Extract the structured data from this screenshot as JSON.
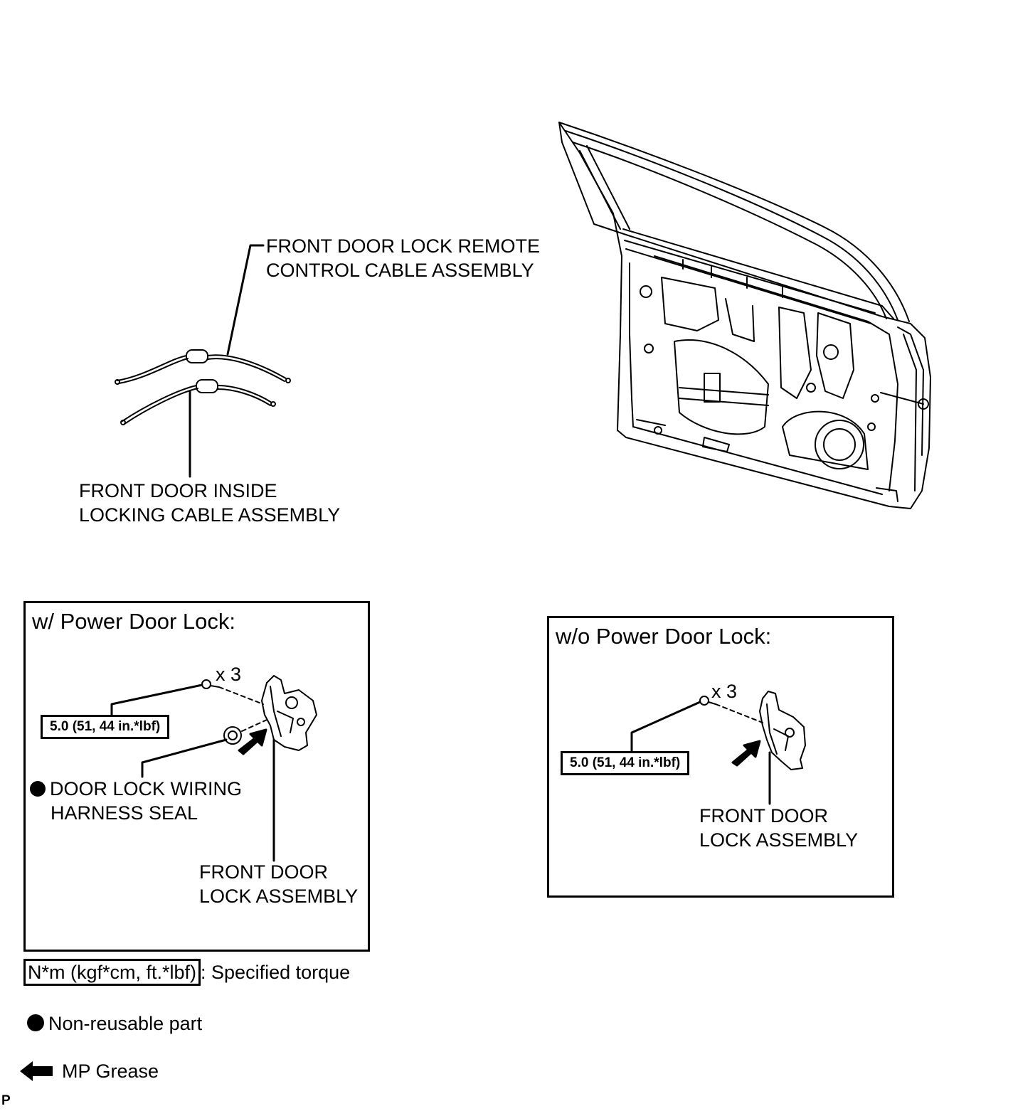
{
  "labels": {
    "remote_cable": [
      "FRONT DOOR LOCK REMOTE",
      "CONTROL CABLE ASSEMBLY"
    ],
    "inside_cable": [
      "FRONT DOOR INSIDE",
      "LOCKING CABLE ASSEMBLY"
    ]
  },
  "panel_power": {
    "title": "w/ Power Door Lock:",
    "qty": "x 3",
    "torque": "5.0 (51, 44 in.*lbf)",
    "seal": [
      "DOOR LOCK WIRING",
      "HARNESS SEAL"
    ],
    "lock": [
      "FRONT DOOR",
      "LOCK ASSEMBLY"
    ]
  },
  "panel_manual": {
    "title": "w/o Power Door Lock:",
    "qty": "x 3",
    "torque": "5.0 (51, 44 in.*lbf)",
    "lock": [
      "FRONT DOOR",
      "LOCK ASSEMBLY"
    ]
  },
  "legend": {
    "torque_units": "N*m (kgf*cm, ft.*lbf)",
    "torque_desc": ": Specified torque",
    "nonreusable": "Non-reusable part",
    "grease": "MP Grease"
  },
  "corner_mark": "P"
}
